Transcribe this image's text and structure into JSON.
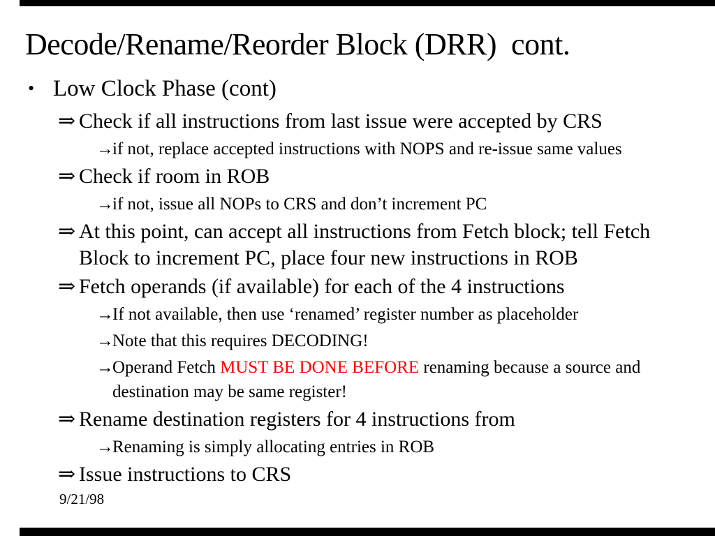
{
  "slide": {
    "title": "Decode/Rename/Reorder Block (DRR)  cont.",
    "footer_date": "9/21/98",
    "colors": {
      "background": "#ffffff",
      "text": "#000000",
      "emphasis_red": "#ff0000",
      "letterbox": "#000000"
    },
    "glyphs": {
      "level1": "•",
      "level2": "⇒",
      "level3": "→"
    },
    "content": [
      {
        "level": 1,
        "parts": [
          {
            "text": "Low Clock Phase (cont)"
          }
        ]
      },
      {
        "level": 2,
        "parts": [
          {
            "text": "Check if all instructions from last issue were accepted by CRS"
          }
        ]
      },
      {
        "level": 3,
        "parts": [
          {
            "text": "if not, replace accepted instructions with NOPS and re-issue same values"
          }
        ]
      },
      {
        "level": 2,
        "parts": [
          {
            "text": "Check if room in ROB"
          }
        ]
      },
      {
        "level": 3,
        "parts": [
          {
            "text": "if not, issue all NOPs to CRS and don’t increment PC"
          }
        ]
      },
      {
        "level": 2,
        "parts": [
          {
            "text": "At this point, can accept all instructions from Fetch block; tell Fetch\nBlock to increment PC, place four new instructions in ROB"
          }
        ]
      },
      {
        "level": 2,
        "parts": [
          {
            "text": "Fetch operands (if available) for each of the 4 instructions"
          }
        ]
      },
      {
        "level": 3,
        "parts": [
          {
            "text": "If not available, then use ‘renamed’ register number as placeholder"
          }
        ]
      },
      {
        "level": 3,
        "parts": [
          {
            "text": "Note that this requires DECODING!"
          }
        ]
      },
      {
        "level": 3,
        "parts": [
          {
            "text": "Operand Fetch "
          },
          {
            "text": "MUST BE DONE BEFORE",
            "emphasis": true
          },
          {
            "text": " renaming because a source and\ndestination may be same register!"
          }
        ]
      },
      {
        "level": 2,
        "parts": [
          {
            "text": "Rename destination registers for 4 instructions from"
          }
        ]
      },
      {
        "level": 3,
        "parts": [
          {
            "text": "Renaming is simply allocating entries in ROB"
          }
        ]
      },
      {
        "level": 2,
        "parts": [
          {
            "text": "Issue instructions to CRS"
          }
        ]
      }
    ]
  }
}
